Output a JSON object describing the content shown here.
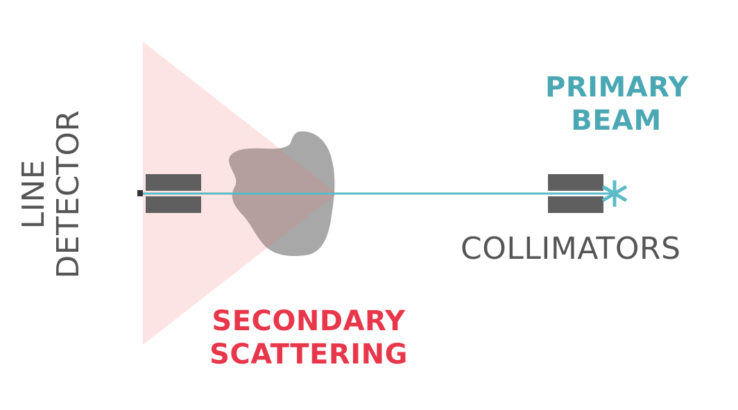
{
  "labels": {
    "primary_line1": "PRIMARY",
    "primary_line2": "BEAM",
    "collimators": "COLLIMATORS",
    "secondary_line1": "SECONDARY",
    "secondary_line2": "SCATTERING",
    "detector_line1": "LINE",
    "detector_line2": "DETECTOR"
  },
  "colors": {
    "beam": "#5bbcc8",
    "primary_text": "#4aa8b4",
    "secondary_text": "#e8374a",
    "scatter_cone": "#fde4e4",
    "object": "#a8a8a8",
    "collimator": "#5f5f5f",
    "dark_text": "#555555"
  },
  "icons": {
    "source": "asterisk-source-icon"
  }
}
